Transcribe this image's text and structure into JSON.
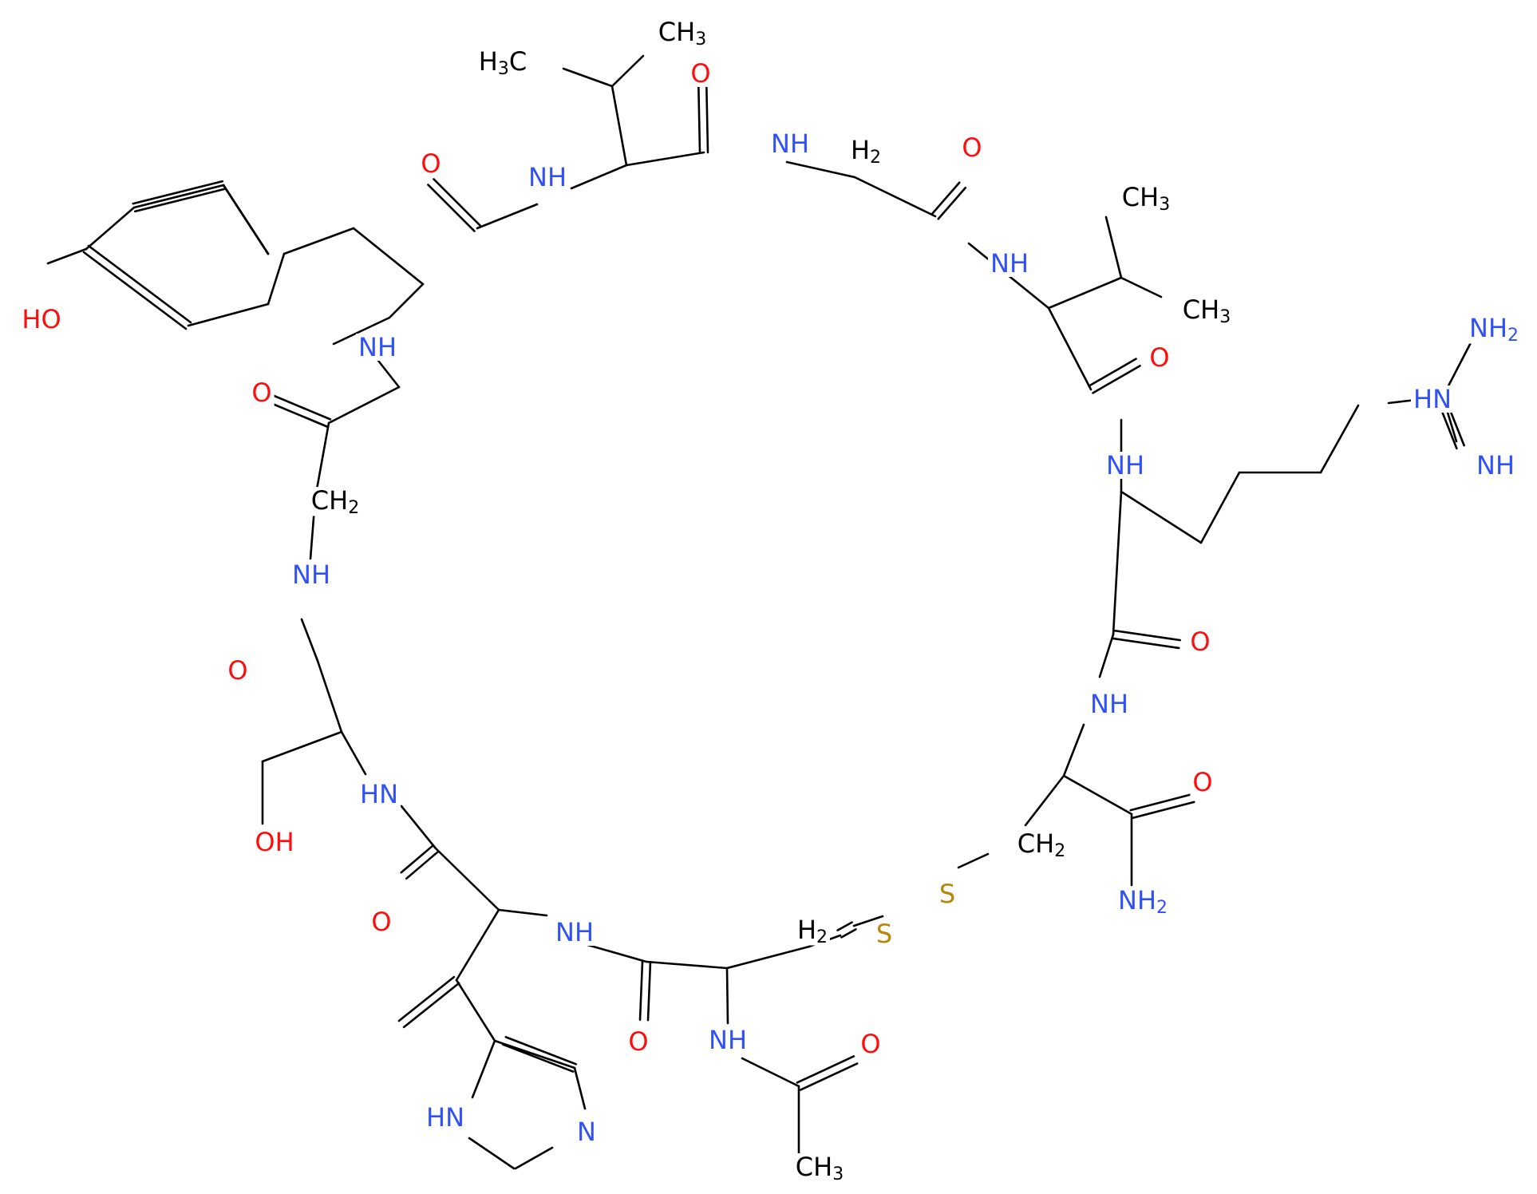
{
  "colors": {
    "bond": "#000000",
    "carbon": "#000000",
    "oxygen": "#ff0d0d",
    "nitrogen": "#3050f8",
    "sulfur": "#b8860b"
  },
  "atoms": {
    "o_phenol": {
      "main": "HO",
      "sub": "",
      "element": "O"
    },
    "o_tyr_co": {
      "main": "O",
      "sub": "",
      "element": "O"
    },
    "nh_tyr_val": {
      "main": "NH",
      "sub": "",
      "element": "N"
    },
    "ch3_val1_left": {
      "main": "H",
      "sub": "3",
      "tail": "C",
      "element": "C"
    },
    "ch3_val1_right": {
      "main": "CH",
      "sub": "3",
      "element": "C"
    },
    "o_val1_co": {
      "main": "O",
      "sub": "",
      "element": "O"
    },
    "nh_val1_gly": {
      "main": "NH",
      "sub": "",
      "element": "N"
    },
    "ch2_gly_top": {
      "main": "H",
      "sub": "2",
      "element": "C"
    },
    "o_gly_top": {
      "main": "O",
      "sub": "",
      "element": "O"
    },
    "nh_gly_val2": {
      "main": "NH",
      "sub": "",
      "element": "N"
    },
    "ch3_val2_up": {
      "main": "CH",
      "sub": "3",
      "element": "C"
    },
    "ch3_val2_down": {
      "main": "CH",
      "sub": "3",
      "element": "C"
    },
    "o_val2_co": {
      "main": "O",
      "sub": "",
      "element": "O"
    },
    "nh2_guan": {
      "main": "NH",
      "sub": "2",
      "element": "N"
    },
    "nh_guan": {
      "main": "HN",
      "sub": "",
      "element": "N"
    },
    "nh_guan_imine": {
      "main": "NH",
      "sub": "",
      "element": "N"
    },
    "nh_val2_arg": {
      "main": "NH",
      "sub": "",
      "element": "N"
    },
    "o_arg_co": {
      "main": "O",
      "sub": "",
      "element": "O"
    },
    "nh_arg_cys": {
      "main": "NH",
      "sub": "",
      "element": "N"
    },
    "o_amide": {
      "main": "O",
      "sub": "",
      "element": "O"
    },
    "nh2_amide": {
      "main": "NH",
      "sub": "2",
      "element": "N"
    },
    "ch2_cys_right": {
      "main": "CH",
      "sub": "2",
      "element": "C"
    },
    "s_right": {
      "main": "S",
      "sub": "",
      "element": "S"
    },
    "s_left": {
      "main": "S",
      "sub": "",
      "element": "S"
    },
    "ch2_cys_left": {
      "main": "H",
      "sub": "2",
      "element": "C"
    },
    "nh_his_cys": {
      "main": "NH",
      "sub": "",
      "element": "N"
    },
    "o_his_cys": {
      "main": "O",
      "sub": "",
      "element": "O"
    },
    "nh_acetyl": {
      "main": "NH",
      "sub": "",
      "element": "N"
    },
    "o_acetyl": {
      "main": "O",
      "sub": "",
      "element": "O"
    },
    "ch3_acetyl": {
      "main": "CH",
      "sub": "3",
      "element": "C"
    },
    "nh_imidazole": {
      "main": "HN",
      "sub": "",
      "element": "N"
    },
    "n_imidazole": {
      "main": "N",
      "sub": "",
      "element": "N"
    },
    "o_ser_his": {
      "main": "O",
      "sub": "",
      "element": "O"
    },
    "nh_ser_his": {
      "main": "HN",
      "sub": "",
      "element": "N"
    },
    "oh_ser": {
      "main": "OH",
      "sub": "",
      "element": "O"
    },
    "o_gly_ser": {
      "main": "O",
      "sub": "",
      "element": "O"
    },
    "nh_gly_ser": {
      "main": "NH",
      "sub": "",
      "element": "N"
    },
    "ch2_gly_left": {
      "main": "CH",
      "sub": "2",
      "element": "C"
    },
    "o_gly_left": {
      "main": "O",
      "sub": "",
      "element": "O"
    },
    "nh_gly_tyr": {
      "main": "NH",
      "sub": "",
      "element": "N"
    }
  }
}
